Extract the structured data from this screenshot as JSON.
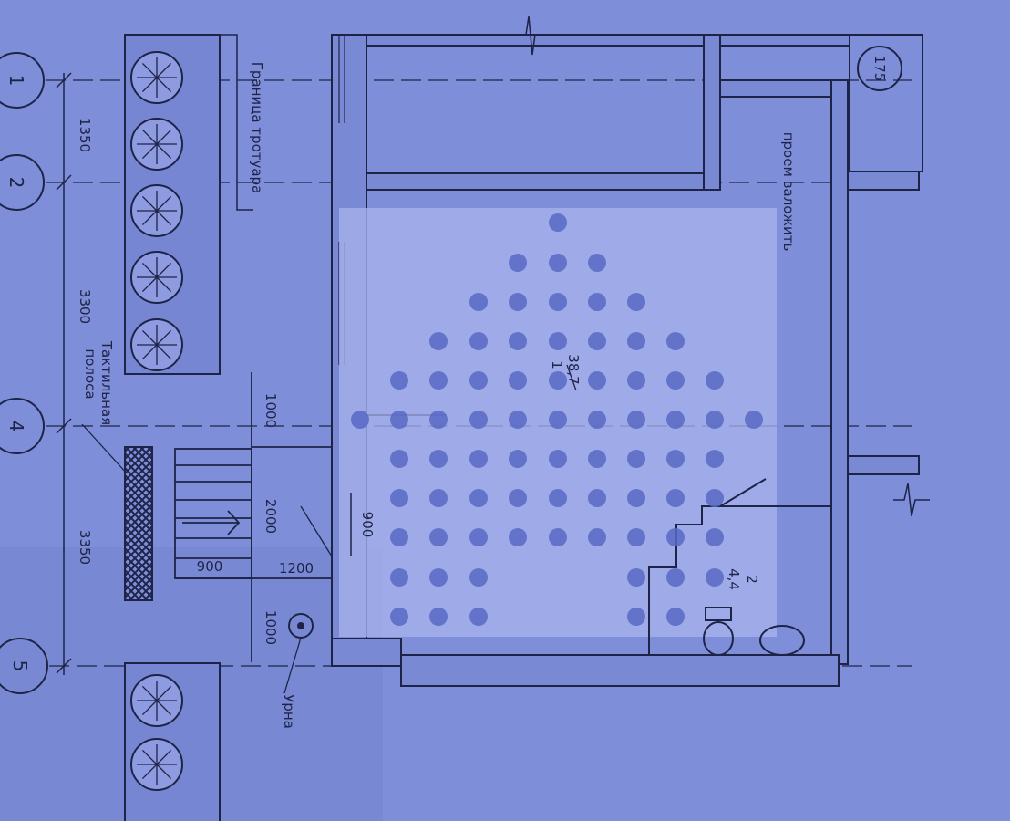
{
  "axes": [
    "1",
    "2",
    "4",
    "5"
  ],
  "dimensions": {
    "d1": "1350",
    "d2": "3300",
    "d3": "3350",
    "step1": "1000",
    "step2": "2000",
    "step3": "1000",
    "stair_w": "900",
    "door_w": "900",
    "ramp_w": "1200"
  },
  "labels": {
    "sidewalk_border": "Граница тротуара",
    "tactile_strip": "Тактильная полоса",
    "urn": "Урна",
    "block_opening": "проем заложить",
    "building_number": "175"
  },
  "rooms": [
    {
      "number": "1",
      "area": "38,7"
    },
    {
      "number": "2",
      "area": "4,4"
    }
  ],
  "colors": {
    "paper": "#7f8ed8",
    "ink": "#1d2448",
    "wall_fill": "#6d7cc9",
    "overlay": "#aab4ee",
    "dot": "#5868c4"
  }
}
